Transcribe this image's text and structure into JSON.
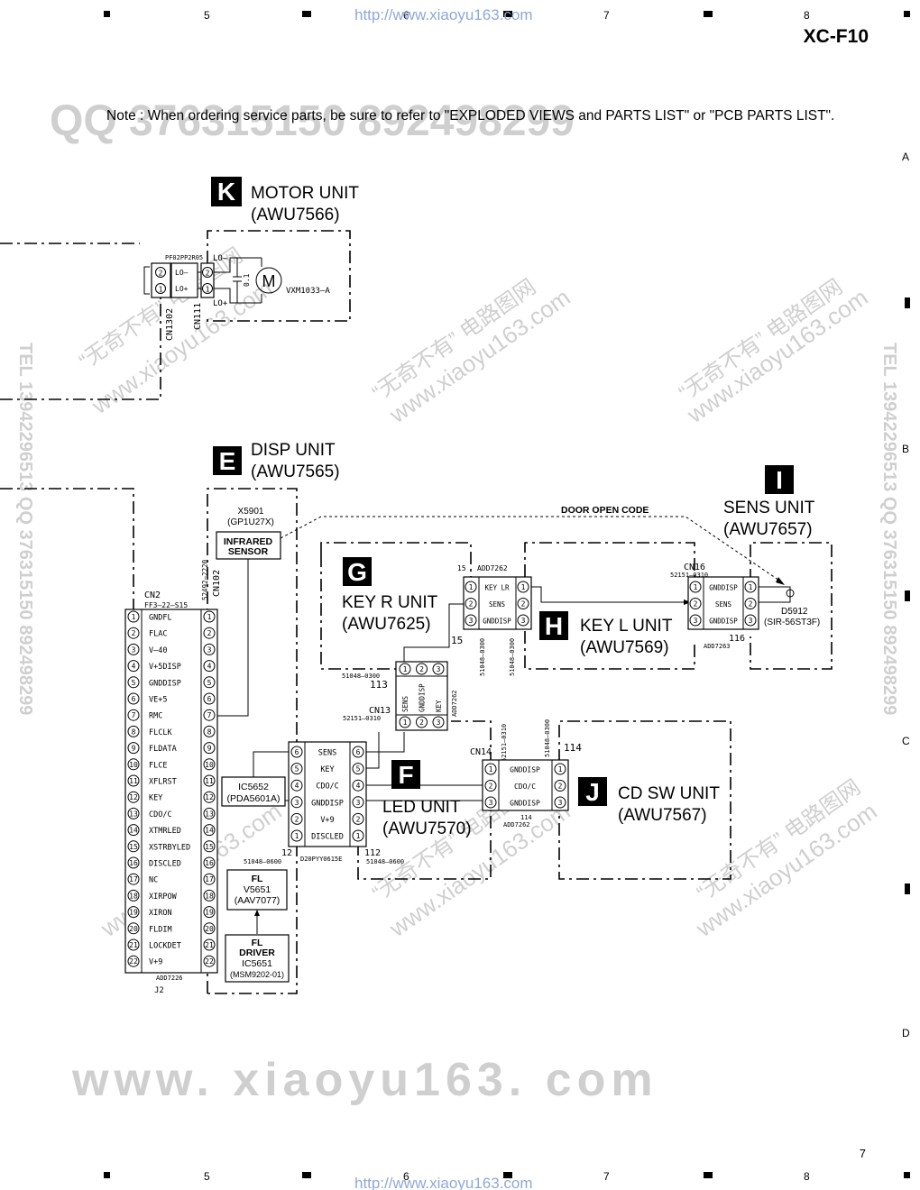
{
  "header": {
    "model": "XC-F10",
    "col_numbers": [
      "5",
      "6",
      "7",
      "8"
    ],
    "row_letters": [
      "A",
      "B",
      "C",
      "D"
    ],
    "url": "http://www.xiaoyu163.com",
    "page_number": "7"
  },
  "note": "Note : When ordering service parts, be sure to refer to \"EXPLODED VIEWS and PARTS LIST\" or \"PCB PARTS LIST\".",
  "watermarks": {
    "qq_top": "QQ 376315150   892498299",
    "chinese": "“无奇不有” 电路图网",
    "site": "www.xiaoyu163.com",
    "tel": "TEL 13942296513   QQ 376315150   892498299",
    "bottom": "www. xiaoyu163. com"
  },
  "units": {
    "motor": {
      "letter": "K",
      "name": "MOTOR UNIT",
      "part": "(AWU7566)"
    },
    "disp": {
      "letter": "E",
      "name": "DISP UNIT",
      "part": "(AWU7565)"
    },
    "sens": {
      "letter": "I",
      "name": "SENS UNIT",
      "part": "(AWU7657)"
    },
    "keyr": {
      "letter": "G",
      "name": "KEY R UNIT",
      "part": "(AWU7625)"
    },
    "keyl": {
      "letter": "H",
      "name": "KEY L UNIT",
      "part": "(AWU7569)"
    },
    "led": {
      "letter": "F",
      "name": "LED UNIT",
      "part": "(AWU7570)"
    },
    "cdsw": {
      "letter": "J",
      "name": "CD SW UNIT",
      "part": "(AWU7567)"
    }
  },
  "motor_circuit": {
    "conn_part": "PF02PP2R05",
    "pins_left": [
      "LO–",
      "LO+"
    ],
    "pin_nums": [
      "2",
      "1"
    ],
    "lo_minus": "LO–",
    "lo_plus": "LO+",
    "cn_left": "CN1302",
    "cn_right": "CN111",
    "cap": "0.1",
    "motor_symbol": "M",
    "motor_part": "VXM1033–A"
  },
  "cn2": {
    "label": "CN2",
    "part": "FF3–22–S15",
    "bottom_part": "ADD7226",
    "bottom_label": "J2",
    "signals": [
      "GNDFL",
      "FLAC",
      "V–40",
      "V+5DISP",
      "GNDDISP",
      "VE+5",
      "RMC",
      "FLCLK",
      "FLDATA",
      "FLCE",
      "XFLRST",
      "KEY",
      "CDO/C",
      "XTMRLED",
      "XSTRBYLED",
      "DISCLED",
      "NC",
      "XIRPOW",
      "XIRON",
      "FLDIM",
      "LOCKDET",
      "V+9"
    ],
    "pins": [
      "1",
      "2",
      "3",
      "4",
      "5",
      "6",
      "7",
      "8",
      "9",
      "10",
      "11",
      "12",
      "13",
      "14",
      "15",
      "16",
      "17",
      "18",
      "19",
      "20",
      "21",
      "22"
    ]
  },
  "cn102": {
    "label": "CN102",
    "part": "52492–2220"
  },
  "ir": {
    "ref": "X5901",
    "part": "(GP1U27X)",
    "line1": "INFRARED",
    "line2": "SENSOR"
  },
  "ic5652": {
    "ref": "IC5652",
    "part": "(PDA5601A)"
  },
  "fl": {
    "line1": "FL",
    "ref": "V5651",
    "part": "(AAV7077)"
  },
  "fldrv": {
    "line1": "FL",
    "line2": "DRIVER",
    "ref": "IC5651",
    "part": "(MSM9202-01)"
  },
  "cn6": {
    "signals": [
      "SENS",
      "KEY",
      "CDO/C",
      "GNDDISP",
      "V+9",
      "DISCLED"
    ],
    "pins": [
      "6",
      "5",
      "4",
      "3",
      "2",
      "1"
    ],
    "left_num": "12",
    "left_part": "51048–0600",
    "mid_part": "D20PYY0615E",
    "right_num": "112",
    "right_part": "51048–0600"
  },
  "door_open": "DOOR OPEN CODE",
  "keyr_conn": {
    "top_num": "15",
    "top_part": "ADD7262",
    "signals": [
      "KEY LR",
      "SENS",
      "GNDDISP"
    ],
    "pins": [
      "1",
      "2",
      "3"
    ],
    "inner_num": "15",
    "v_part_a": "51048–0300",
    "v_part_b": "51048–0300"
  },
  "cn16": {
    "label": "CN16",
    "part": "52151–0310",
    "signals": [
      "GNDDISP",
      "SENS",
      "GNDDISP"
    ],
    "pins": [
      "1",
      "2",
      "3"
    ],
    "num": "116",
    "bottom_part": "ADD7263"
  },
  "d5912": {
    "ref": "D5912",
    "part": "(SIR-56ST3F)"
  },
  "cn13": {
    "label": "CN13",
    "part": "52151–0310",
    "top_part": "51048–0300",
    "num": "113",
    "pins": [
      "1",
      "2",
      "3"
    ],
    "signals": [
      "SENS",
      "GNDDISP",
      "KEY"
    ],
    "side_part": "ADD7262"
  },
  "cn14": {
    "label": "CN14",
    "v_part_a": "52151–0310",
    "v_part_b": "51048–0300",
    "num": "114",
    "signals": [
      "GNDDISP",
      "CDO/C",
      "GNDDISP"
    ],
    "pins": [
      "1",
      "2",
      "3"
    ],
    "num_small": "114",
    "bottom_part": "ADD7262"
  },
  "colors": {
    "ink": "#000000",
    "watermark": "#cfcfcf",
    "url": "#8fa8d8"
  }
}
